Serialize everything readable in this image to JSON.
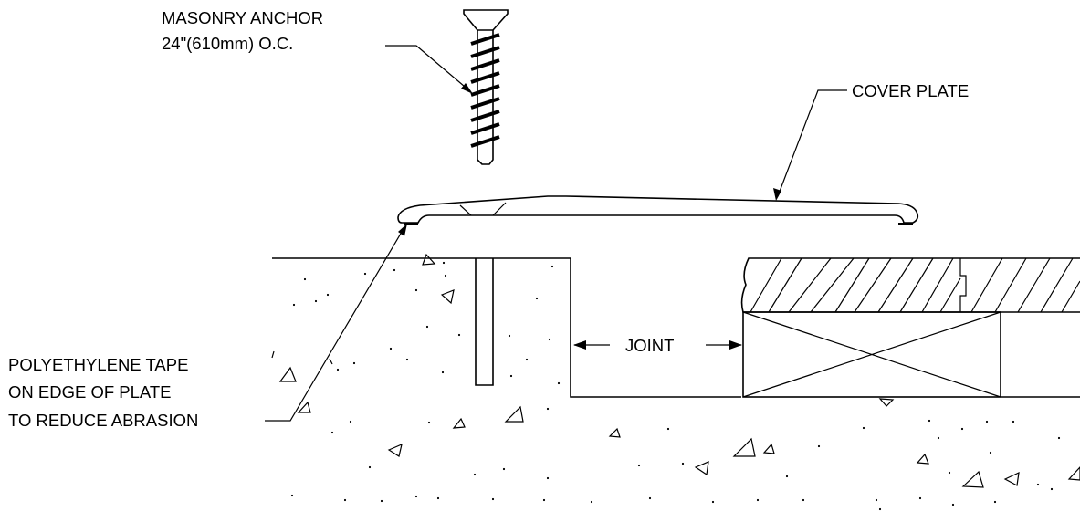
{
  "labels": {
    "anchor_line1": "MASONRY ANCHOR",
    "anchor_line2": "24\"(610mm) O.C.",
    "cover_plate": "COVER PLATE",
    "joint": "JOINT",
    "tape_line1": "POLYETHYLENE TAPE",
    "tape_line2": "ON EDGE OF PLATE",
    "tape_line3": "TO REDUCE ABRASION"
  },
  "colors": {
    "line": "#000000",
    "background": "#ffffff"
  }
}
